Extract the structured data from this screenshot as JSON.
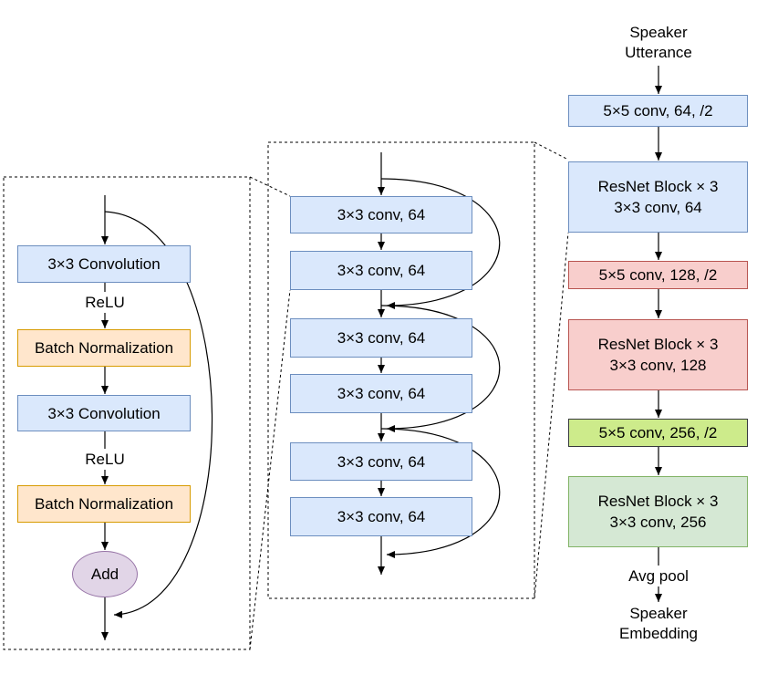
{
  "inner_block": {
    "conv1": "3×3 Convolution",
    "relu1": "ReLU",
    "bn1": "Batch Normalization",
    "conv2": "3×3 Convolution",
    "relu2": "ReLU",
    "bn2": "Batch Normalization",
    "add": "Add"
  },
  "middle_stack": {
    "convs": [
      "3×3 conv, 64",
      "3×3 conv, 64",
      "3×3 conv, 64",
      "3×3 conv, 64",
      "3×3 conv, 64",
      "3×3 conv, 64"
    ]
  },
  "network": {
    "input_line1": "Speaker",
    "input_line2": "Utterance",
    "conv1": "5×5 conv, 64, /2",
    "block1_line1": "ResNet Block × 3",
    "block1_line2": "3×3 conv, 64",
    "conv2": "5×5 conv, 128, /2",
    "block2_line1": "ResNet Block × 3",
    "block2_line2": "3×3 conv, 128",
    "conv3": "5×5 conv, 256, /2",
    "block3_line1": "ResNet Block × 3",
    "block3_line2": "3×3 conv, 256",
    "pool": "Avg pool",
    "output_line1": "Speaker",
    "output_line2": "Embedding"
  },
  "colors": {
    "blue_fill": "#dae8fc",
    "blue_border": "#6c8ebf",
    "orange_fill": "#ffe6cc",
    "orange_border": "#d79b00",
    "red_fill": "#f8cecc",
    "red_border": "#b85450",
    "lime_fill": "#cdeb8b",
    "green_fill": "#d5e8d4",
    "green_border": "#82b366",
    "purple_fill": "#e1d5e7",
    "purple_border": "#9673a6"
  }
}
